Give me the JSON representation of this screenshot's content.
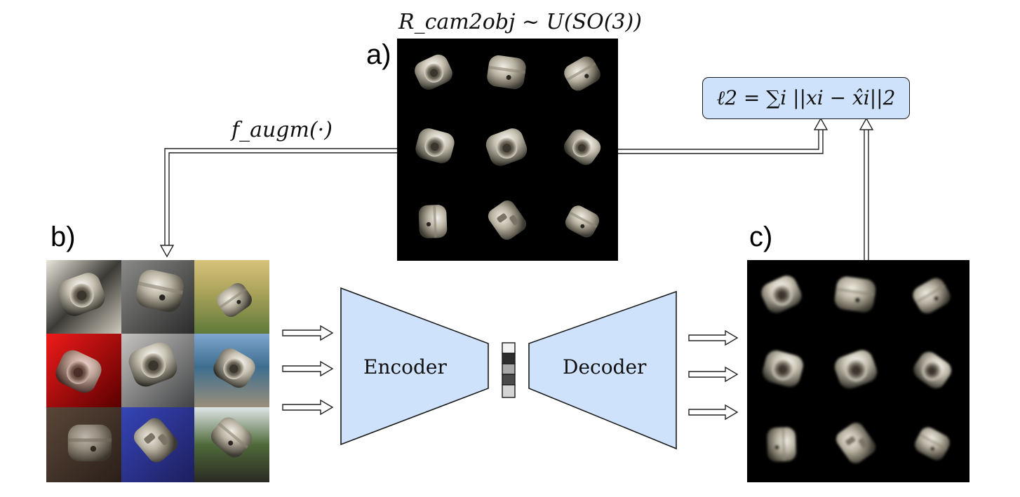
{
  "labels": {
    "panel_a": "a)",
    "panel_b": "b)",
    "panel_c": "c)"
  },
  "formulas": {
    "rotation_sampling": "R_cam2obj ~ U(SO(3))",
    "augmentation": "f_augm(·)",
    "loss": "ℓ2 = ∑i ||xi − x̂i||2"
  },
  "network": {
    "encoder": "Encoder",
    "decoder": "Decoder"
  },
  "colors": {
    "box_fill": "#cfe2fb",
    "stroke": "#1a1a1a",
    "background_dark": "#000000"
  },
  "images": {
    "panel_a": "grid of 3x3 rendered object views on black background",
    "panel_b": "grid of 3x3 augmented object views on random backgrounds",
    "panel_c": "grid of 3x3 reconstructed object views on black background"
  }
}
